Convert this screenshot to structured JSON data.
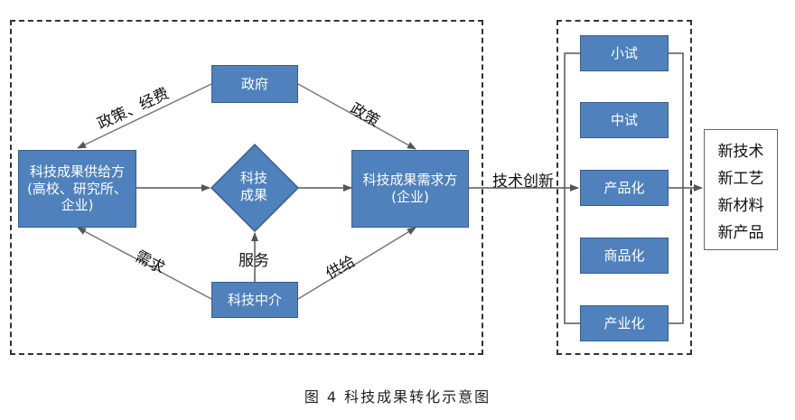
{
  "left_panel": {
    "government": "政府",
    "supplier": "科技成果供给方\n(高校、研究所、\n企业)",
    "achievement": "科技\n成果",
    "demander": "科技成果需求方\n(企业)",
    "intermediary": "科技中介",
    "labels": {
      "policy_funding": "政策、经费",
      "policy": "政策",
      "demand": "需求",
      "service": "服务",
      "supply": "供给"
    }
  },
  "tech_innovation_label": "技术创新",
  "stages": [
    {
      "label": "小试"
    },
    {
      "label": "中试"
    },
    {
      "label": "产品化"
    },
    {
      "label": "商品化"
    },
    {
      "label": "产业化"
    }
  ],
  "outcomes": [
    {
      "label": "新技术"
    },
    {
      "label": "新工艺"
    },
    {
      "label": "新材料"
    },
    {
      "label": "新产品"
    }
  ],
  "caption": "图 4  科技成果转化示意图",
  "colors": {
    "box_fill": "#4f81bd",
    "box_border": "#385d8a",
    "arrow": "#555555"
  }
}
